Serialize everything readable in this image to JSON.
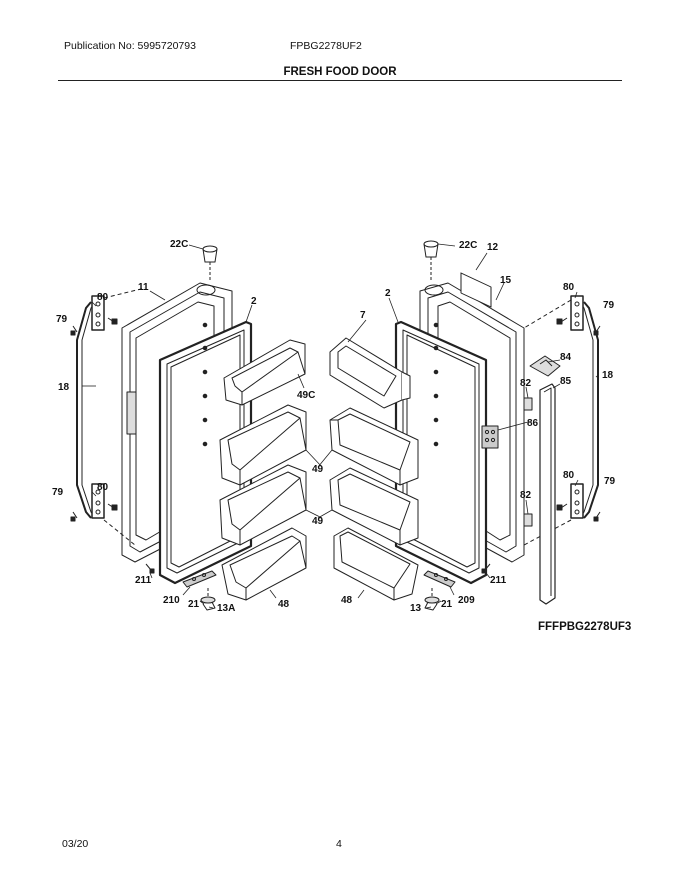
{
  "header": {
    "publication": "Publication No: 5995720793",
    "model": "FPBG2278UF2",
    "section_title": "FRESH FOOD DOOR"
  },
  "callouts": {
    "c22c_left": "22C",
    "c22c_right": "22C",
    "c12": "12",
    "c15": "15",
    "c11": "11",
    "c2_left": "2",
    "c2_right": "2",
    "c7": "7",
    "c80_tl": "80",
    "c80_tr": "80",
    "c80_bl": "80",
    "c80_br": "80",
    "c79_tl": "79",
    "c79_tr": "79",
    "c79_bl": "79",
    "c79_br": "79",
    "c18_left": "18",
    "c18_right": "18",
    "c84": "84",
    "c85": "85",
    "c82_top": "82",
    "c82_bot": "82",
    "c86": "86",
    "c49c": "49C",
    "c49_l1": "49",
    "c49_r1": "49",
    "c49_l2": "49",
    "c49_r2": "49",
    "c211_left": "211",
    "c211_right": "211",
    "c210": "210",
    "c209": "209",
    "c21_left": "21",
    "c21_right": "21",
    "c13a": "13A",
    "c13": "13",
    "c48_left": "48",
    "c48_right": "48"
  },
  "figure_code": "FFFPBG2278UF3",
  "footer": {
    "date": "03/20",
    "page_number": "4"
  }
}
